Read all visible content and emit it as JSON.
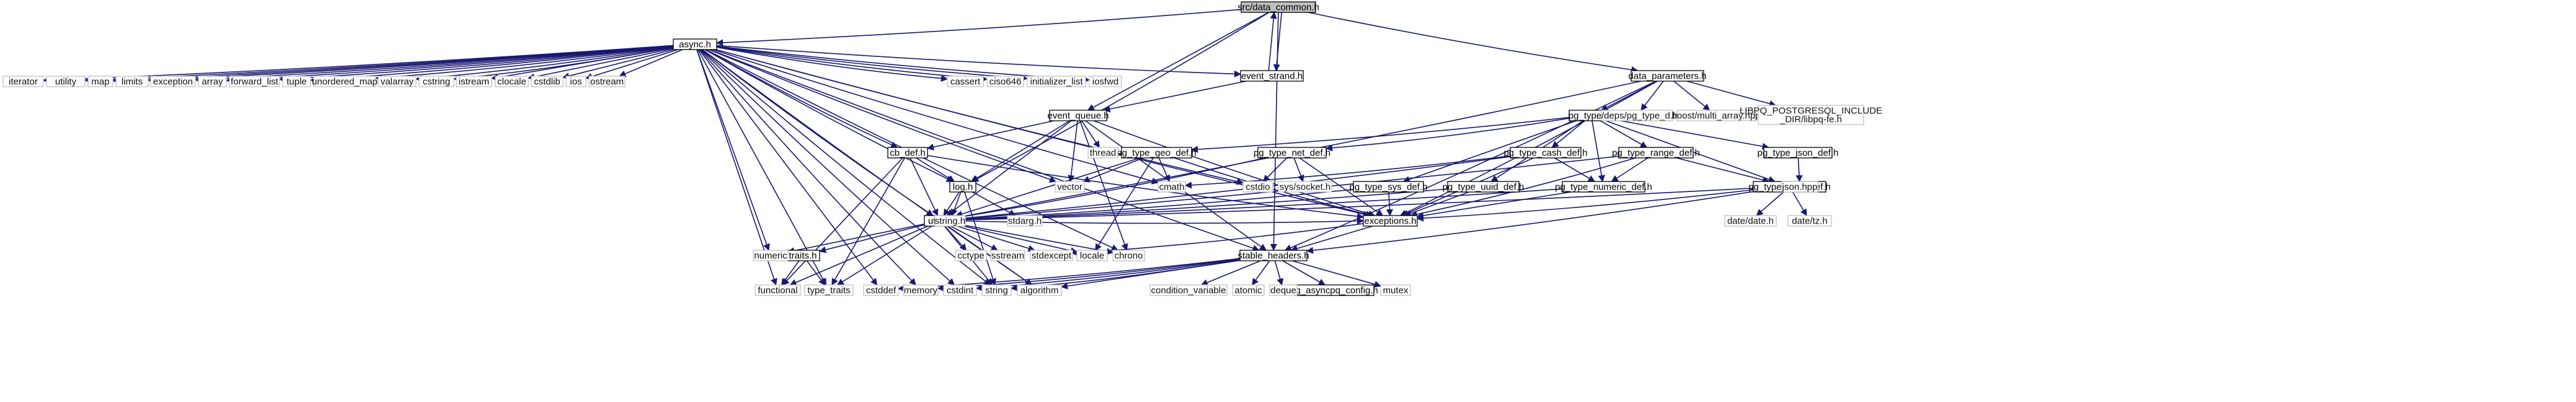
{
  "nodes": {
    "data_common": {
      "label": "src/data_common.h",
      "kind": "root"
    },
    "async": {
      "label": "async.h",
      "kind": "doc"
    },
    "event_strand": {
      "label": "event_strand.h",
      "kind": "doc"
    },
    "data_parameters": {
      "label": "data_parameters.h",
      "kind": "doc"
    },
    "event_queue": {
      "label": "event_queue.h",
      "kind": "doc"
    },
    "pg_types": {
      "label": "pg_types.h",
      "kind": "doc"
    },
    "cb_def": {
      "label": "cb_def.h",
      "kind": "doc"
    },
    "pg_type_geo_def": {
      "label": "pg_type_geo_def.h",
      "kind": "doc"
    },
    "pg_type_net_def": {
      "label": "pg_type_net_def.h",
      "kind": "doc"
    },
    "pg_type_cash_def": {
      "label": "pg_type_cash_def.h",
      "kind": "doc"
    },
    "pg_type_range_def": {
      "label": "pg_type_range_def.h",
      "kind": "doc"
    },
    "pg_type_json_def": {
      "label": "pg_type_json_def.h",
      "kind": "doc"
    },
    "log": {
      "label": "log.h",
      "kind": "doc"
    },
    "pg_type_sys_def": {
      "label": "pg_type_sys_def.h",
      "kind": "doc"
    },
    "pg_type_uuid_def": {
      "label": "pg_type_uuid_def.h",
      "kind": "doc"
    },
    "pg_type_numeric_def": {
      "label": "pg_type_numeric_def.h",
      "kind": "doc"
    },
    "pg_type_date_def": {
      "label": "pg_type_date_def.h",
      "kind": "doc"
    },
    "utils": {
      "label": "utils.h",
      "kind": "doc"
    },
    "exceptions": {
      "label": "exceptions.h",
      "kind": "doc"
    },
    "traits": {
      "label": "traits.h",
      "kind": "doc"
    },
    "stable_headers": {
      "label": "stable_headers.h",
      "kind": "doc"
    },
    "pg_asyncpq_config": {
      "label": "pg_asyncpq_config.h",
      "kind": "doc"
    },
    "iterator": {
      "label": "iterator",
      "kind": "ext"
    },
    "utility": {
      "label": "utility",
      "kind": "ext"
    },
    "map": {
      "label": "map",
      "kind": "ext"
    },
    "limits": {
      "label": "limits",
      "kind": "ext"
    },
    "exception": {
      "label": "exception",
      "kind": "ext"
    },
    "array": {
      "label": "array",
      "kind": "ext"
    },
    "forward_list": {
      "label": "forward_list",
      "kind": "ext"
    },
    "tuple": {
      "label": "tuple",
      "kind": "ext"
    },
    "unordered_map": {
      "label": "unordered_map",
      "kind": "ext"
    },
    "valarray": {
      "label": "valarray",
      "kind": "ext"
    },
    "cstring": {
      "label": "cstring",
      "kind": "ext"
    },
    "istream": {
      "label": "istream",
      "kind": "ext"
    },
    "clocale": {
      "label": "clocale",
      "kind": "ext"
    },
    "cstdlib": {
      "label": "cstdlib",
      "kind": "ext"
    },
    "ios": {
      "label": "ios",
      "kind": "ext"
    },
    "ostream": {
      "label": "ostream",
      "kind": "ext"
    },
    "cassert": {
      "label": "cassert",
      "kind": "ext"
    },
    "ctio646": {
      "label": "ciso646",
      "kind": "ext"
    },
    "initializer_list": {
      "label": "initializer_list",
      "kind": "ext"
    },
    "iosfwd": {
      "label": "iosfwd",
      "kind": "ext"
    },
    "deps_pg_type_d": {
      "label": "../deps/pg_type_d.h",
      "kind": "ext"
    },
    "boost_multi_array": {
      "label": "boost/multi_array.hpp",
      "kind": "ext"
    },
    "libpq_fe": {
      "label": "LIBPQ_POSTGRESQL_INCLUDE\n_DIR/libpq-fe.h",
      "kind": "ext"
    },
    "thread": {
      "label": "thread",
      "kind": "ext"
    },
    "vector": {
      "label": "vector",
      "kind": "ext"
    },
    "cmath": {
      "label": "cmath",
      "kind": "ext"
    },
    "cstdio": {
      "label": "cstdio",
      "kind": "ext"
    },
    "sys_socket": {
      "label": "sys/socket.h",
      "kind": "ext"
    },
    "json_hpp": {
      "label": "json.hpp",
      "kind": "ext"
    },
    "string_h": {
      "label": "string.h",
      "kind": "ext"
    },
    "stdarg": {
      "label": "stdarg.h",
      "kind": "ext"
    },
    "date_date": {
      "label": "date/date.h",
      "kind": "ext"
    },
    "date_tz": {
      "label": "date/tz.h",
      "kind": "ext"
    },
    "numeric": {
      "label": "numeric",
      "kind": "ext"
    },
    "cctype": {
      "label": "cctype",
      "kind": "ext"
    },
    "sstream": {
      "label": "sstream",
      "kind": "ext"
    },
    "stdexcept": {
      "label": "stdexcept",
      "kind": "ext"
    },
    "locale": {
      "label": "locale",
      "kind": "ext"
    },
    "chrono": {
      "label": "chrono",
      "kind": "ext"
    },
    "functional": {
      "label": "functional",
      "kind": "ext"
    },
    "type_traits": {
      "label": "type_traits",
      "kind": "ext"
    },
    "cstddef": {
      "label": "cstddef",
      "kind": "ext"
    },
    "memory": {
      "label": "memory",
      "kind": "ext"
    },
    "cstdint": {
      "label": "cstdint",
      "kind": "ext"
    },
    "string": {
      "label": "string",
      "kind": "ext"
    },
    "algorithm": {
      "label": "algorithm",
      "kind": "ext"
    },
    "condition_variable": {
      "label": "condition_variable",
      "kind": "ext"
    },
    "atomic": {
      "label": "atomic",
      "kind": "ext"
    },
    "deque": {
      "label": "deque",
      "kind": "ext"
    },
    "mutex": {
      "label": "mutex",
      "kind": "ext"
    }
  },
  "edges": [
    [
      "data_common",
      "async"
    ],
    [
      "data_common",
      "event_strand"
    ],
    [
      "data_common",
      "data_parameters"
    ],
    [
      "data_common",
      "event_queue"
    ],
    [
      "data_common",
      "log"
    ],
    [
      "data_common",
      "stable_headers"
    ],
    [
      "event_strand",
      "data_common"
    ],
    [
      "event_strand",
      "event_queue"
    ],
    [
      "async",
      "iterator"
    ],
    [
      "async",
      "utility"
    ],
    [
      "async",
      "map"
    ],
    [
      "async",
      "limits"
    ],
    [
      "async",
      "exception"
    ],
    [
      "async",
      "array"
    ],
    [
      "async",
      "forward_list"
    ],
    [
      "async",
      "tuple"
    ],
    [
      "async",
      "unordered_map"
    ],
    [
      "async",
      "valarray"
    ],
    [
      "async",
      "cstring"
    ],
    [
      "async",
      "istream"
    ],
    [
      "async",
      "clocale"
    ],
    [
      "async",
      "cstdlib"
    ],
    [
      "async",
      "ios"
    ],
    [
      "async",
      "ostream"
    ],
    [
      "async",
      "cassert"
    ],
    [
      "async",
      "ctio646"
    ],
    [
      "async",
      "initializer_list"
    ],
    [
      "async",
      "iosfwd"
    ],
    [
      "async",
      "event_strand"
    ],
    [
      "async",
      "cb_def"
    ],
    [
      "async",
      "log"
    ],
    [
      "async",
      "utils"
    ],
    [
      "async",
      "exceptions"
    ],
    [
      "async",
      "vector"
    ],
    [
      "async",
      "cmath"
    ],
    [
      "async",
      "cstdio"
    ],
    [
      "async",
      "numeric"
    ],
    [
      "async",
      "functional"
    ],
    [
      "async",
      "type_traits"
    ],
    [
      "async",
      "cstddef"
    ],
    [
      "async",
      "memory"
    ],
    [
      "async",
      "cstdint"
    ],
    [
      "async",
      "string"
    ],
    [
      "async",
      "algorithm"
    ],
    [
      "async",
      "chrono"
    ],
    [
      "async",
      "stable_headers"
    ],
    [
      "data_parameters",
      "pg_types"
    ],
    [
      "data_parameters",
      "deps_pg_type_d"
    ],
    [
      "data_parameters",
      "boost_multi_array"
    ],
    [
      "data_parameters",
      "libpq_fe"
    ],
    [
      "data_parameters",
      "utils"
    ],
    [
      "data_parameters",
      "exceptions"
    ],
    [
      "data_parameters",
      "stable_headers"
    ],
    [
      "event_queue",
      "cb_def"
    ],
    [
      "event_queue",
      "thread"
    ],
    [
      "event_queue",
      "vector"
    ],
    [
      "event_queue",
      "log"
    ],
    [
      "event_queue",
      "utils"
    ],
    [
      "event_queue",
      "exceptions"
    ],
    [
      "event_queue",
      "chrono"
    ],
    [
      "event_queue",
      "stable_headers"
    ],
    [
      "pg_types",
      "pg_type_geo_def"
    ],
    [
      "pg_types",
      "pg_type_net_def"
    ],
    [
      "pg_types",
      "pg_type_cash_def"
    ],
    [
      "pg_types",
      "pg_type_range_def"
    ],
    [
      "pg_types",
      "pg_type_json_def"
    ],
    [
      "pg_types",
      "pg_type_sys_def"
    ],
    [
      "pg_types",
      "pg_type_uuid_def"
    ],
    [
      "pg_types",
      "pg_type_numeric_def"
    ],
    [
      "pg_types",
      "pg_type_date_def"
    ],
    [
      "cb_def",
      "log"
    ],
    [
      "cb_def",
      "utils"
    ],
    [
      "cb_def",
      "exceptions"
    ],
    [
      "cb_def",
      "functional"
    ],
    [
      "cb_def",
      "type_traits"
    ],
    [
      "pg_type_geo_def",
      "vector"
    ],
    [
      "pg_type_geo_def",
      "cmath"
    ],
    [
      "pg_type_geo_def",
      "utils"
    ],
    [
      "pg_type_geo_def",
      "exceptions"
    ],
    [
      "pg_type_geo_def",
      "locale"
    ],
    [
      "pg_type_net_def",
      "cstdio"
    ],
    [
      "pg_type_net_def",
      "sys_socket"
    ],
    [
      "pg_type_net_def",
      "utils"
    ],
    [
      "pg_type_net_def",
      "exceptions"
    ],
    [
      "pg_type_cash_def",
      "cmath"
    ],
    [
      "pg_type_cash_def",
      "pg_type_numeric_def"
    ],
    [
      "pg_type_cash_def",
      "utils"
    ],
    [
      "pg_type_cash_def",
      "exceptions"
    ],
    [
      "pg_type_range_def",
      "pg_type_numeric_def"
    ],
    [
      "pg_type_range_def",
      "pg_type_date_def"
    ],
    [
      "pg_type_range_def",
      "utils"
    ],
    [
      "pg_type_range_def",
      "exceptions"
    ],
    [
      "pg_type_json_def",
      "json_hpp"
    ],
    [
      "log",
      "string_h"
    ],
    [
      "log",
      "stdarg"
    ],
    [
      "log",
      "utils"
    ],
    [
      "log",
      "string"
    ],
    [
      "pg_type_sys_def",
      "utils"
    ],
    [
      "pg_type_sys_def",
      "exceptions"
    ],
    [
      "pg_type_uuid_def",
      "utils"
    ],
    [
      "pg_type_uuid_def",
      "exceptions"
    ],
    [
      "pg_type_numeric_def",
      "utils"
    ],
    [
      "pg_type_numeric_def",
      "exceptions"
    ],
    [
      "pg_type_date_def",
      "date_date"
    ],
    [
      "pg_type_date_def",
      "date_tz"
    ],
    [
      "pg_type_date_def",
      "utils"
    ],
    [
      "pg_type_date_def",
      "exceptions"
    ],
    [
      "pg_type_date_def",
      "stable_headers"
    ],
    [
      "utils",
      "numeric"
    ],
    [
      "utils",
      "traits"
    ],
    [
      "utils",
      "cctype"
    ],
    [
      "utils",
      "sstream"
    ],
    [
      "utils",
      "stdexcept"
    ],
    [
      "utils",
      "locale"
    ],
    [
      "utils",
      "chrono"
    ],
    [
      "utils",
      "type_traits"
    ],
    [
      "utils",
      "string"
    ],
    [
      "utils",
      "algorithm"
    ],
    [
      "utils",
      "exceptions"
    ],
    [
      "utils",
      "functional"
    ],
    [
      "exceptions",
      "stable_headers"
    ],
    [
      "exceptions",
      "stdexcept"
    ],
    [
      "traits",
      "functional"
    ],
    [
      "traits",
      "type_traits"
    ],
    [
      "stable_headers",
      "cstddef"
    ],
    [
      "stable_headers",
      "memory"
    ],
    [
      "stable_headers",
      "cstdint"
    ],
    [
      "stable_headers",
      "string"
    ],
    [
      "stable_headers",
      "algorithm"
    ],
    [
      "stable_headers",
      "condition_variable"
    ],
    [
      "stable_headers",
      "atomic"
    ],
    [
      "stable_headers",
      "deque"
    ],
    [
      "stable_headers",
      "pg_asyncpq_config"
    ],
    [
      "stable_headers",
      "mutex"
    ]
  ]
}
